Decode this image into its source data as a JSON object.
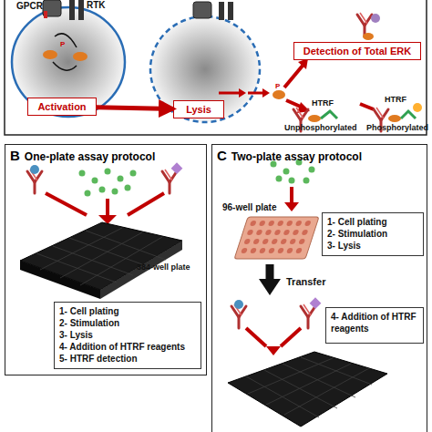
{
  "diagram": {
    "nodes": [
      {
        "text": [
          "Activation"
        ]
      },
      {
        "text": [
          "Lysis"
        ]
      },
      {
        "text": [
          "Detection of Total ERK"
        ]
      },
      {
        "text": [
          "B",
          "One-plate assay protocol"
        ]
      },
      {
        "text": [
          "1- Cell plating",
          "2- Stimulation",
          "3- Lysis",
          "4- Addition of HTRF reagents",
          "5- HTRF detection"
        ],
        "in": 3
      },
      {
        "text": [
          "C",
          "Two-plate assay protocol"
        ]
      },
      {
        "text": [
          "1- Cell plating",
          "2- Stimulation",
          "3- Lysis"
        ],
        "in": 5
      },
      {
        "text": [
          "4- Addition of HTRF reagents"
        ],
        "in": 5
      }
    ],
    "edges": [
      {
        "from": 0,
        "to": 1,
        "arrow": "to"
      }
    ],
    "labels": [
      "GPCR",
      "RTK",
      "P",
      "P",
      "HTRF",
      "HTRF",
      "Unphosphorylated",
      "Phosphorylated",
      "384-well plate",
      "96-well plate",
      "Transfer"
    ]
  }
}
